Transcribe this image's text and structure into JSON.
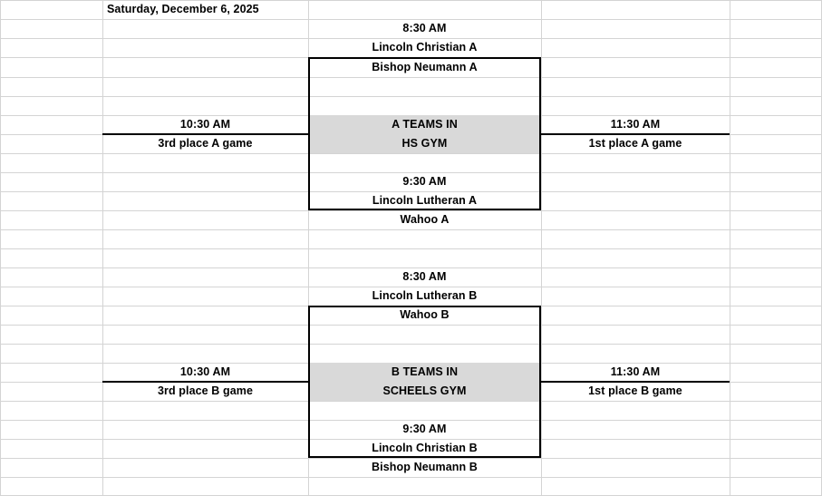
{
  "document": {
    "title": "Saturday, December 6, 2025"
  },
  "colors": {
    "shade": "#D9D9D9",
    "grid": "#D4D4D4",
    "rule": "#000000",
    "text": "#000000",
    "background": "#FFFFFF"
  },
  "brackets": {
    "a_division": {
      "gym_label_line1": "A TEAMS IN",
      "gym_label_line2": "HS GYM",
      "semifinal_1": {
        "time": "8:30 AM",
        "team_top": "Lincoln Christian A",
        "team_bottom": "Bishop Neumann A"
      },
      "semifinal_2": {
        "time": "9:30 AM",
        "team_top": "Lincoln Lutheran A",
        "team_bottom": "Wahoo A"
      },
      "consolation": {
        "time": "10:30 AM",
        "label": "3rd place A game"
      },
      "championship": {
        "time": "11:30 AM",
        "label": "1st place A game"
      }
    },
    "b_division": {
      "gym_label_line1": "B TEAMS IN",
      "gym_label_line2": "SCHEELS GYM",
      "semifinal_1": {
        "time": "8:30 AM",
        "team_top": "Lincoln Lutheran B",
        "team_bottom": "Wahoo B"
      },
      "semifinal_2": {
        "time": "9:30 AM",
        "team_top": "Lincoln Christian B",
        "team_bottom": "Bishop Neumann B"
      },
      "consolation": {
        "time": "10:30 AM",
        "label": "3rd place B game"
      },
      "championship": {
        "time": "11:30 AM",
        "label": "1st place B game"
      }
    }
  }
}
